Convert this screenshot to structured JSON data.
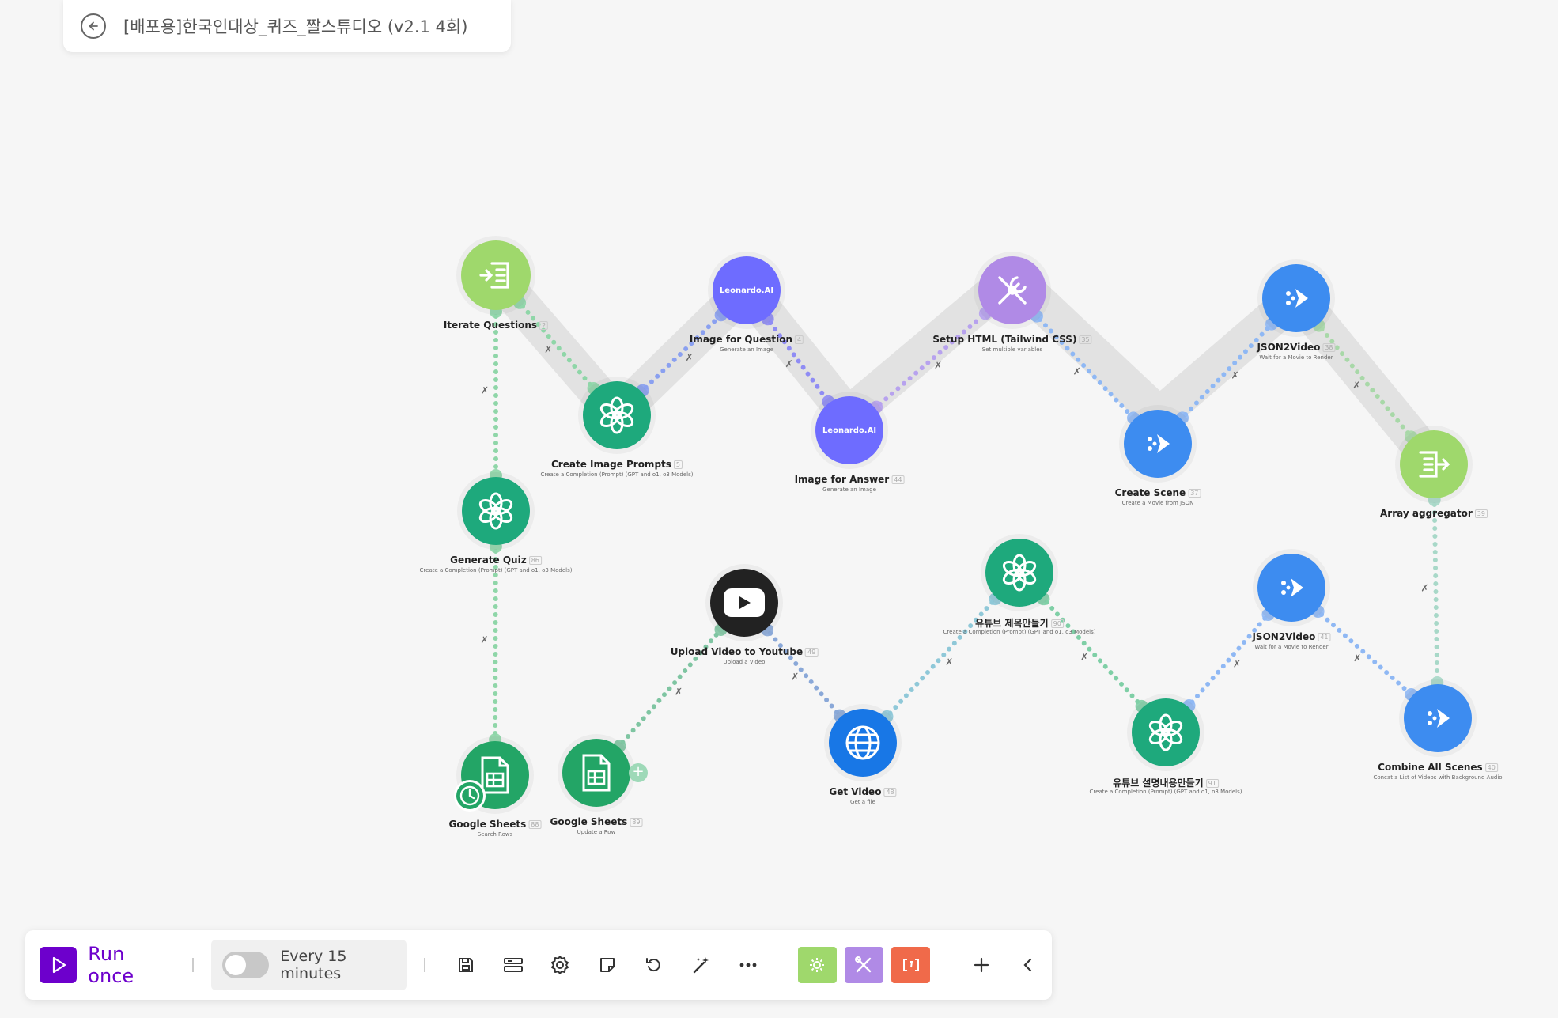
{
  "header": {
    "title": "[배포용]한국인대상_퀴즈_짤스튜디오 (v2.1 4회)"
  },
  "colors": {
    "green_light": "#9fd86c",
    "openai_green": "#1ea97c",
    "leonardo": "#6e6cff",
    "tools_purple": "#b08ae6",
    "json2video_blue": "#3d8cf0",
    "youtube_dark": "#222222",
    "http_blue": "#1877e6",
    "sheets_green": "#23a566",
    "run_purple": "#6d00cc",
    "toolbar_green": "#9fd86c",
    "toolbar_purple": "#b08ae6",
    "toolbar_orange": "#f06a4a"
  },
  "nodes": [
    {
      "key": "iterate",
      "label": "Iterate Questions",
      "id": "2",
      "sub": "",
      "icon": "iterator-icon"
    },
    {
      "key": "cip",
      "label": "Create Image Prompts",
      "id": "5",
      "sub": "Create a Completion (Prompt) (GPT and o1, o3 Models)",
      "icon": "openai-icon"
    },
    {
      "key": "ifq",
      "label": "Image for Question",
      "id": "4",
      "sub": "Generate an Image",
      "icon": "leonardo-icon",
      "brand": "Leonardo.AI"
    },
    {
      "key": "ifa",
      "label": "Image for Answer",
      "id": "44",
      "sub": "Generate an Image",
      "icon": "leonardo-icon",
      "brand": "Leonardo.AI"
    },
    {
      "key": "html",
      "label": "Setup HTML (Tailwind CSS)",
      "id": "35",
      "sub": "Set multiple variables",
      "icon": "tools-icon"
    },
    {
      "key": "scene",
      "label": "Create Scene",
      "id": "37",
      "sub": "Create a Movie from JSON",
      "icon": "json2video-icon"
    },
    {
      "key": "j2v1",
      "label": "JSON2Video",
      "id": "38",
      "sub": "Wait for a Movie to Render",
      "icon": "json2video-icon"
    },
    {
      "key": "agg",
      "label": "Array aggregator",
      "id": "39",
      "sub": "",
      "icon": "aggregator-icon"
    },
    {
      "key": "quiz",
      "label": "Generate Quiz",
      "id": "86",
      "sub": "Create a Completion (Prompt) (GPT and o1, o3 Models)",
      "icon": "openai-icon"
    },
    {
      "key": "gs1",
      "label": "Google Sheets",
      "id": "88",
      "sub": "Search Rows",
      "icon": "sheets-icon"
    },
    {
      "key": "gs2",
      "label": "Google Sheets",
      "id": "89",
      "sub": "Update a Row",
      "icon": "sheets-icon"
    },
    {
      "key": "yt",
      "label": "Upload Video to Youtube",
      "id": "49",
      "sub": "Upload a Video",
      "icon": "youtube-icon"
    },
    {
      "key": "get",
      "label": "Get Video",
      "id": "48",
      "sub": "Get a file",
      "icon": "globe-icon"
    },
    {
      "key": "title",
      "label": "유튜브 제목만들기",
      "id": "90",
      "sub": "Create a Completion (Prompt) (GPT and o1, o3 Models)",
      "icon": "openai-icon"
    },
    {
      "key": "desc",
      "label": "유튜브 설명내용만들기",
      "id": "91",
      "sub": "Create a Completion (Prompt) (GPT and o1, o3 Models)",
      "icon": "openai-icon"
    },
    {
      "key": "j2v2",
      "label": "JSON2Video",
      "id": "41",
      "sub": "Wait for a Movie to Render",
      "icon": "json2video-icon"
    },
    {
      "key": "combine",
      "label": "Combine All Scenes",
      "id": "40",
      "sub": "Concat a List of Videos with Background Audio",
      "icon": "json2video-icon"
    }
  ],
  "toolbar": {
    "run_label": "Run once",
    "schedule_label": "Every 15 minutes"
  }
}
